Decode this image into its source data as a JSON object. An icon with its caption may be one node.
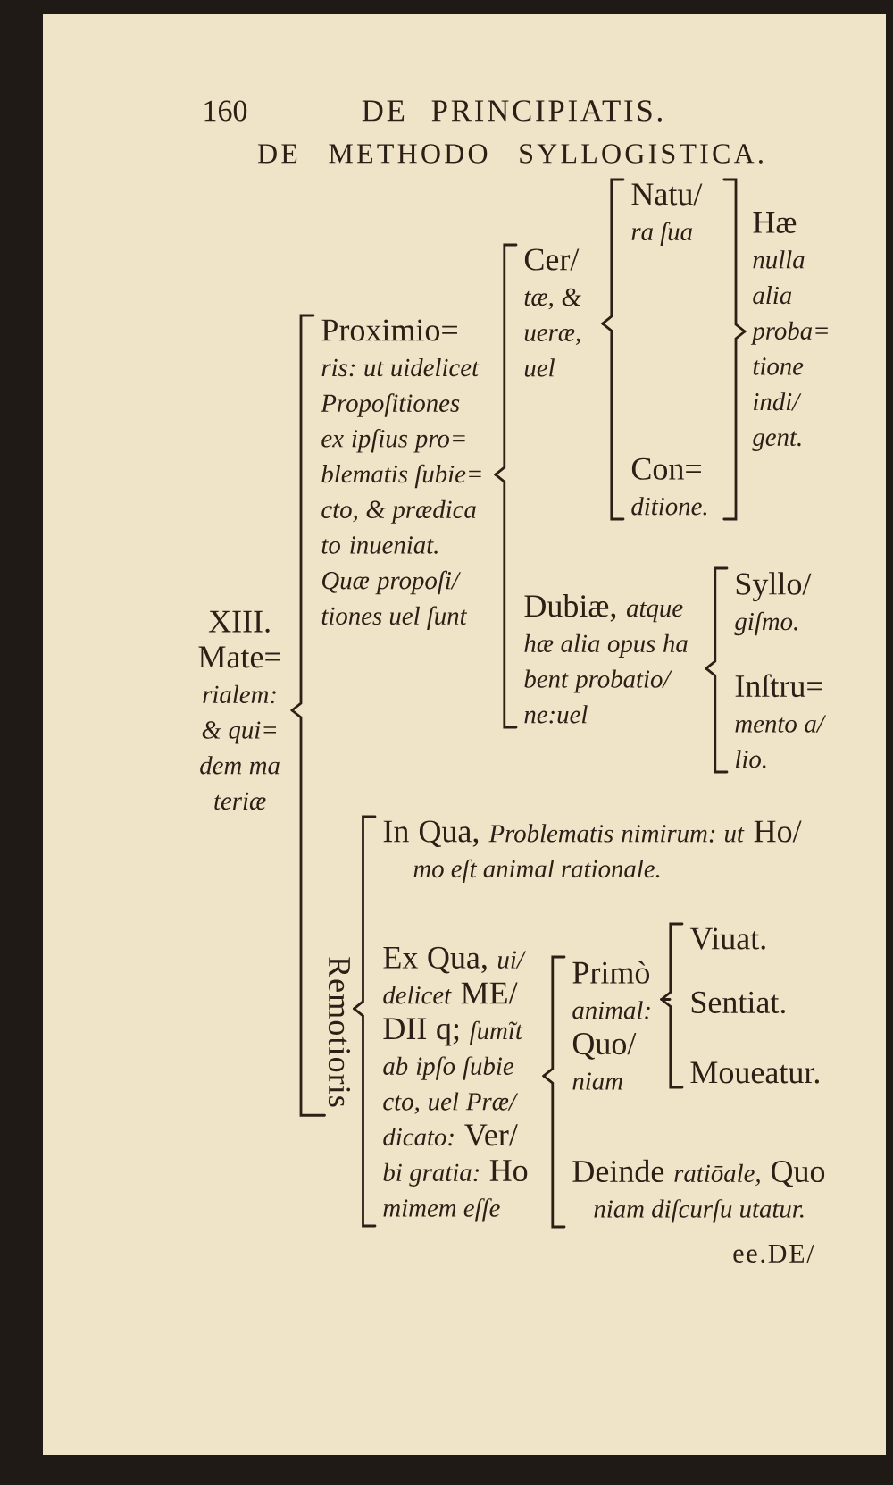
{
  "diagram": {
    "title": "DE METHODO SYLLOGISTICA.",
    "nodes": [
      {
        "text": [
          "XIII.",
          "Mate= *rialem: & qui= dem ma teriæ*"
        ]
      },
      {
        "text": [
          "Proximio= *ris: ut uidelicet Propoſitiones ex ipſius pro= blematis ſubie= cto, & prædica to inueniat. Quæ propoſi/ tiones uel ſunt*"
        ]
      },
      {
        "text": [
          "Cer/ *tæ, & ueræ, uel*"
        ]
      },
      {
        "text": [
          "Natu/ *ra ſua*"
        ]
      },
      {
        "text": [
          "Con= *ditione.*"
        ]
      },
      {
        "text": [
          "Hæ *nulla alia proba= tione indi/ gent.*"
        ]
      },
      {
        "text": [
          "Dubiæ, *atque hæ alia opus ha bent probatio/ ne:uel*"
        ]
      },
      {
        "text": [
          "Syllo/ *giſmo.*"
        ]
      },
      {
        "text": [
          "Inſtru= *mento a/ lio.*"
        ]
      },
      {
        "text": [
          "Remotioris"
        ]
      },
      {
        "text": [
          "In Qua, *Problematis nimirum: ut* Ho/ *mo eſt animal rationale.*"
        ]
      },
      {
        "text": [
          "Ex Qua, *ui/ delicet* ME/ DII q; *ſumĩt ab ipſo ſubie cto, uel Præ/ dicato:* Ver/ *bi gratia:* Ho *mimem eſſe*"
        ]
      },
      {
        "text": [
          "Primò *animal:* Quo/ *niam*"
        ]
      },
      {
        "text": [
          "Viuat."
        ]
      },
      {
        "text": [
          "Sentiat."
        ]
      },
      {
        "text": [
          "Moueatur."
        ]
      },
      {
        "text": [
          "Deinde *ratiōale,* Quo *niam diſcurſu utatur.*"
        ]
      }
    ],
    "edges": [
      {
        "from": 0,
        "to": 1,
        "arrow": "none"
      },
      {
        "from": 0,
        "to": 9,
        "arrow": "none"
      },
      {
        "from": 1,
        "to": 2,
        "arrow": "none"
      },
      {
        "from": 1,
        "to": 6,
        "arrow": "none"
      },
      {
        "from": 2,
        "to": 3,
        "arrow": "none"
      },
      {
        "from": 2,
        "to": 4,
        "arrow": "none"
      },
      {
        "from": 3,
        "to": 5,
        "arrow": "none"
      },
      {
        "from": 4,
        "to": 5,
        "arrow": "none"
      },
      {
        "from": 6,
        "to": 7,
        "arrow": "none"
      },
      {
        "from": 6,
        "to": 8,
        "arrow": "none"
      },
      {
        "from": 9,
        "to": 10,
        "arrow": "none"
      },
      {
        "from": 9,
        "to": 11,
        "arrow": "none"
      },
      {
        "from": 11,
        "to": 12,
        "arrow": "none"
      },
      {
        "from": 11,
        "to": 16,
        "arrow": "none"
      },
      {
        "from": 12,
        "to": 13,
        "arrow": "none"
      },
      {
        "from": 12,
        "to": 14,
        "arrow": "none"
      },
      {
        "from": 12,
        "to": 15,
        "arrow": "none"
      }
    ],
    "labels": [
      "160",
      "DE PRINCIPIATIS.",
      "ee.DE/"
    ]
  }
}
